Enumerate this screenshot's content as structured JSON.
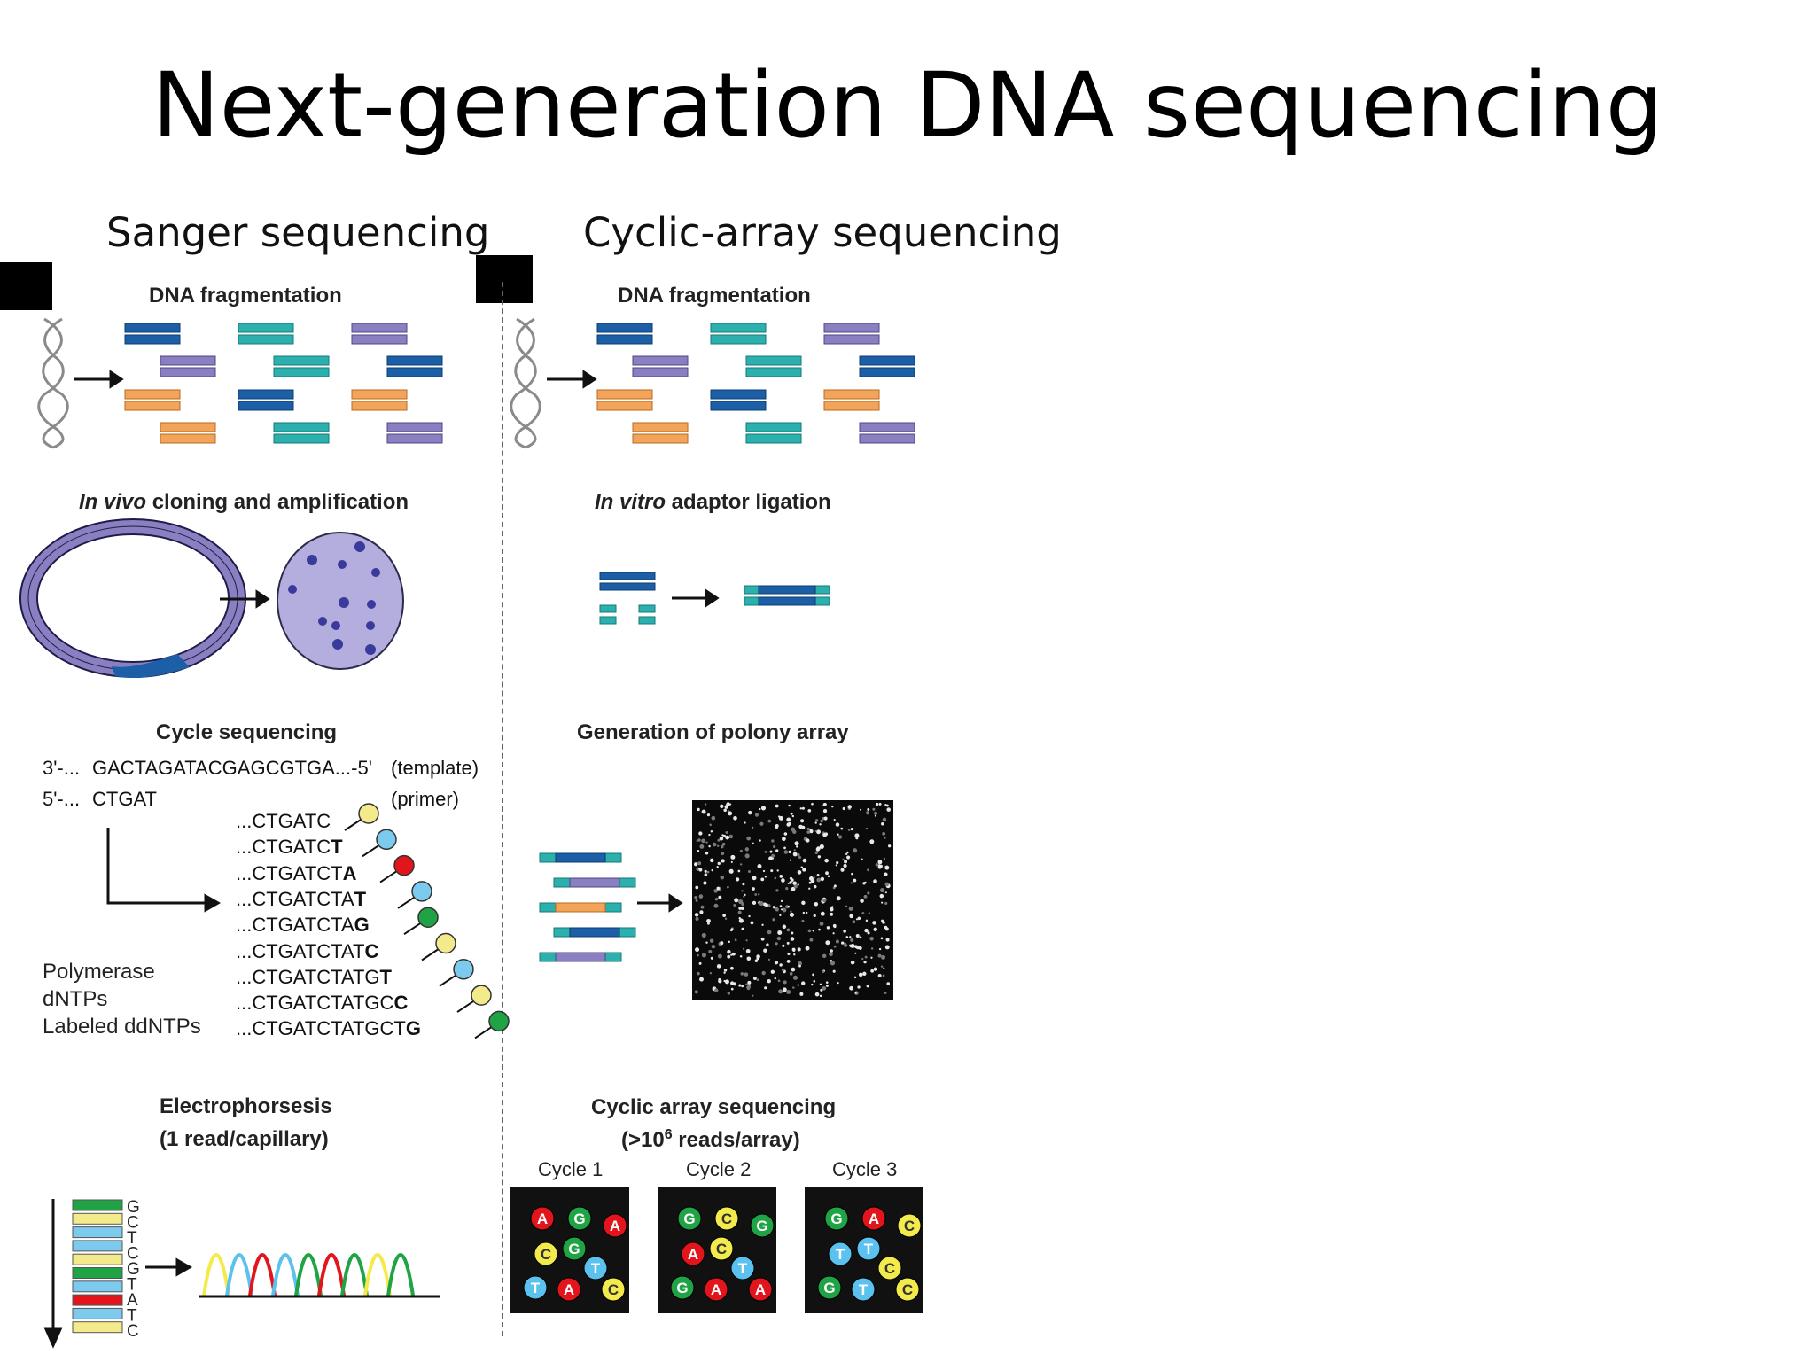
{
  "title": "Next-generation DNA sequencing",
  "columns": {
    "left": "Sanger sequencing",
    "right": "Cyclic-array sequencing"
  },
  "sanger": {
    "step1": "DNA fragmentation",
    "step2_italic": "In vivo",
    "step2_rest": " cloning and amplification",
    "step3": "Cycle sequencing",
    "template_prefix": "3'-...",
    "template_seq": "GACTAGATACGAGCGTGA...-5'",
    "template_label": "(template)",
    "primer_prefix": "5'-...",
    "primer_seq": "CTGAT",
    "primer_label": "(primer)",
    "reagents": [
      "Polymerase",
      "dNTPs",
      "Labeled ddNTPs"
    ],
    "products": [
      {
        "prefix": "...CTGATC",
        "last": "",
        "color": "#f3ea8c"
      },
      {
        "prefix": "...CTGATC",
        "last": "T",
        "color": "#7ccbee"
      },
      {
        "prefix": "...CTGATCT",
        "last": "A",
        "color": "#e2141c"
      },
      {
        "prefix": "...CTGATCTA",
        "last": "T",
        "color": "#7ccbee"
      },
      {
        "prefix": "...CTGATCTA",
        "last": "G",
        "color": "#1fa345"
      },
      {
        "prefix": "...CTGATCTAT",
        "last": "C",
        "color": "#f3ea8c"
      },
      {
        "prefix": "...CTGATCTATG",
        "last": "T",
        "color": "#7ccbee"
      },
      {
        "prefix": "...CTGATCTATGC",
        "last": "C",
        "color": "#f3ea8c"
      },
      {
        "prefix": "...CTGATCTATGCT",
        "last": "G",
        "color": "#1fa345"
      }
    ],
    "step4_line1": "Electrophorsesis",
    "step4_line2": "(1 read/capillary)",
    "gel_letters": [
      "G",
      "C",
      "T",
      "C",
      "G",
      "T",
      "A",
      "T",
      "C"
    ],
    "gel_colors": [
      "#1fa345",
      "#f3ea8c",
      "#7ccbee",
      "#7ccbee",
      "#f3ea8c",
      "#1fa345",
      "#7ccbee",
      "#e2141c",
      "#7ccbee",
      "#f3ea8c"
    ]
  },
  "cyclic": {
    "step1": "DNA fragmentation",
    "step2_italic": "In vitro",
    "step2_rest": " adaptor ligation",
    "step3": "Generation of polony array",
    "step4_line1": "Cyclic array sequencing",
    "step4_line2_pre": "(>10",
    "step4_line2_sup": "6",
    "step4_line2_post": " reads/array)",
    "cycles": [
      {
        "label": "Cycle 1",
        "spots": [
          {
            "b": "A",
            "c": "#e2141c"
          },
          {
            "b": "G",
            "c": "#1fa345"
          },
          {
            "b": "A",
            "c": "#e2141c"
          },
          {
            "b": "C",
            "c": "#f3ea4c"
          },
          {
            "b": "G",
            "c": "#1fa345"
          },
          {
            "b": "T",
            "c": "#5bc2ef"
          },
          {
            "b": "T",
            "c": "#5bc2ef"
          },
          {
            "b": "A",
            "c": "#e2141c"
          },
          {
            "b": "C",
            "c": "#f3ea4c"
          }
        ]
      },
      {
        "label": "Cycle 2",
        "spots": [
          {
            "b": "G",
            "c": "#1fa345"
          },
          {
            "b": "A",
            "c": "#e2141c"
          },
          {
            "b": "C",
            "c": "#f3ea4c"
          },
          {
            "b": "T",
            "c": "#5bc2ef"
          },
          {
            "b": "G",
            "c": "#1fa345"
          },
          {
            "b": "A",
            "c": "#e2141c"
          },
          {
            "b": "A",
            "c": "#e2141c"
          },
          {
            "b": "G",
            "c": "#1fa345"
          },
          {
            "b": "C",
            "c": "#f3ea4c"
          }
        ]
      },
      {
        "label": "Cycle 3",
        "spots": [
          {
            "b": "T",
            "c": "#5bc2ef"
          },
          {
            "b": "C",
            "c": "#f3ea4c"
          },
          {
            "b": "G",
            "c": "#1fa345"
          },
          {
            "b": "T",
            "c": "#5bc2ef"
          },
          {
            "b": "C",
            "c": "#f3ea4c"
          },
          {
            "b": "G",
            "c": "#1fa345"
          },
          {
            "b": "A",
            "c": "#e2141c"
          },
          {
            "b": "C",
            "c": "#f3ea4c"
          },
          {
            "b": "T",
            "c": "#5bc2ef"
          }
        ]
      }
    ]
  },
  "colors": {
    "dark_blue": "#1d5fa6",
    "teal": "#2bb0ad",
    "purple": "#8a7fc0",
    "orange": "#f2a45a"
  }
}
